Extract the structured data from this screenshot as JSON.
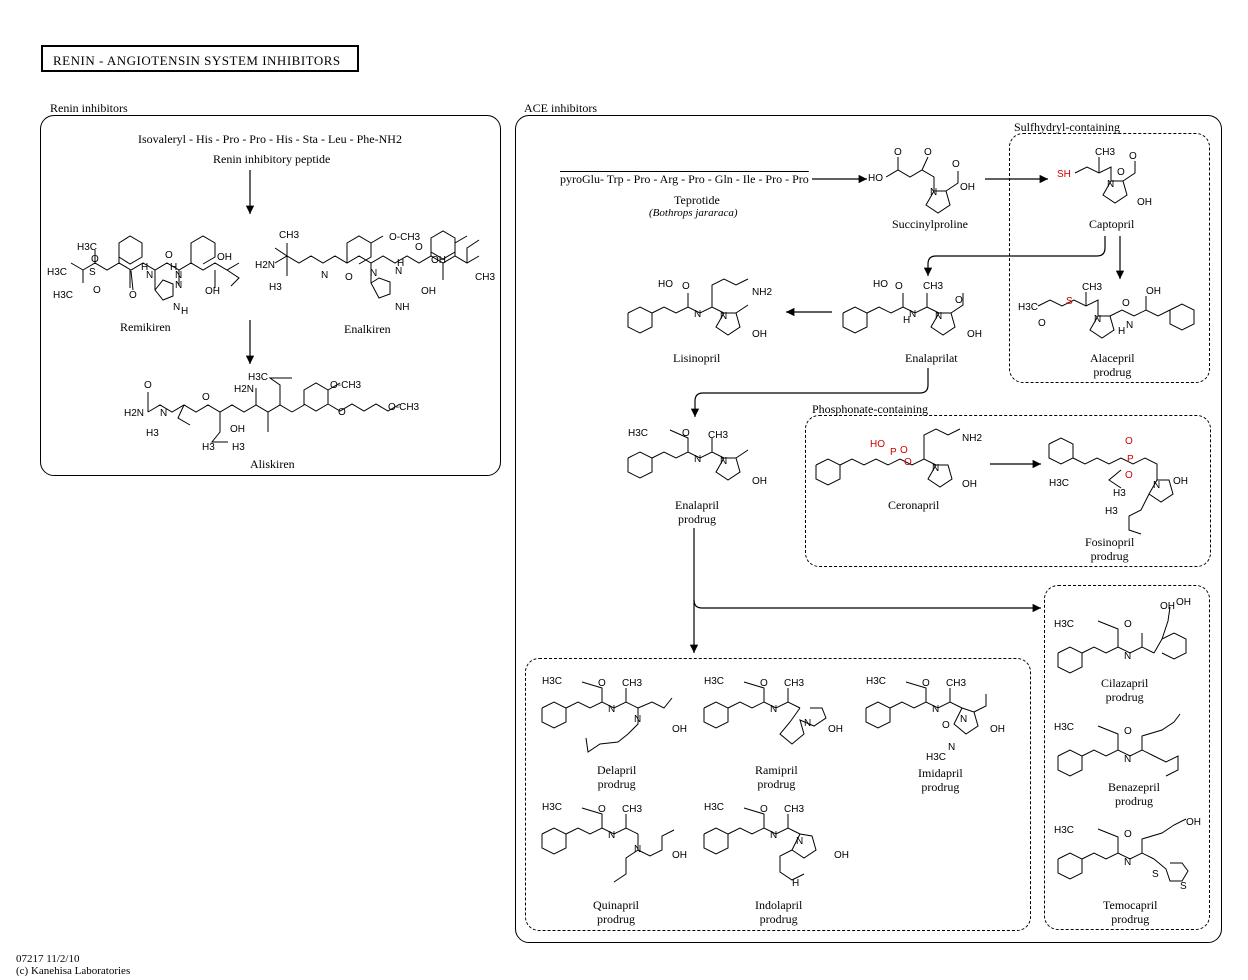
{
  "title": "RENIN - ANGIOTENSIN  SYSTEM  INHIBITORS",
  "renin": {
    "section_label": "Renin inhibitors",
    "peptide_seq": "Isovaleryl - His - Pro - Pro - His - Sta - Leu - Phe-NH2",
    "peptide_name": "Renin  inhibitory peptide",
    "remikiren": "Remikiren",
    "enalkiren": "Enalkiren",
    "aliskiren": "Aliskiren"
  },
  "ace": {
    "section_label": "ACE inhibitors",
    "teprotide_seq": "pyroGlu- Trp - Pro - Arg - Pro - Gln - Ile - Pro - Pro",
    "teprotide": "Teprotide",
    "teprotide_source": "(Bothrops jararaca)",
    "succinylproline": "Succinylproline",
    "sulfhydryl_label": "Sulfhydryl-containing",
    "captopril": "Captopril",
    "alacepril": "Alacepril",
    "lisinopril": "Lisinopril",
    "enalaprilat": "Enalaprilat",
    "enalapril": "Enalapril",
    "phosphonate_label": "Phosphonate-containing",
    "ceronapril": "Ceronapril",
    "fosinopril": "Fosinopril",
    "cilazapril": "Cilazapril",
    "benazepril": "Benazepril",
    "temocapril": "Temocapril",
    "delapril": "Delapril",
    "ramipril": "Ramipril",
    "imidapril": "Imidapril",
    "quinapril": "Quinapril",
    "indolapril": "Indolapril",
    "prodrug": "prodrug"
  },
  "footer": {
    "code": "07217 11/2/10",
    "copyright": "(c) Kanehisa Laboratories"
  },
  "colors": {
    "line": "#000000",
    "heteroatom": "#d00000"
  }
}
